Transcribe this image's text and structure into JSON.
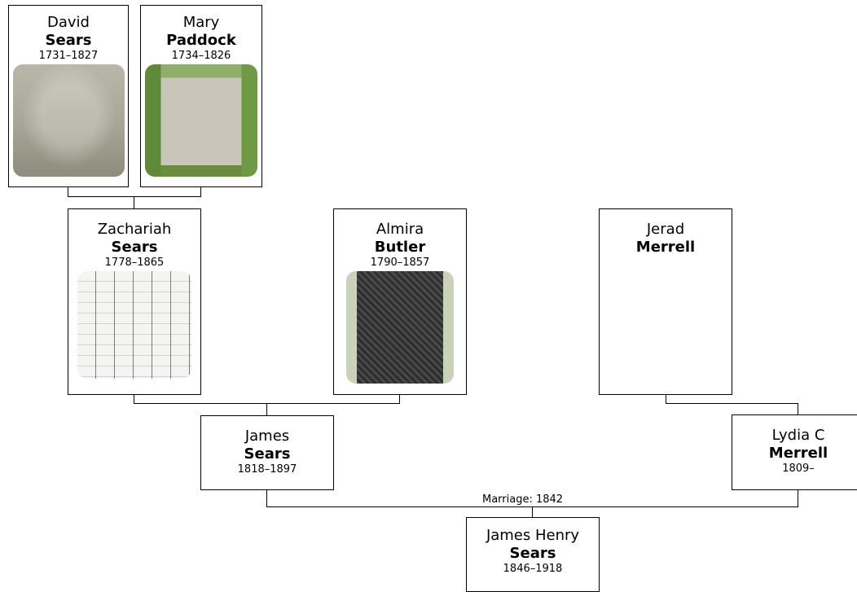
{
  "people": {
    "david": {
      "given": "David",
      "surname": "Sears",
      "dates": "1731–1827",
      "photo": "headstone-photo"
    },
    "mary": {
      "given": "Mary",
      "surname": "Paddock",
      "dates": "1734–1826",
      "photo": "headstone-photo"
    },
    "zachariah": {
      "given": "Zachariah",
      "surname": "Sears",
      "dates": "1778–1865",
      "photo": "census-record-photo"
    },
    "almira": {
      "given": "Almira",
      "surname": "Butler",
      "dates": "1790–1857",
      "photo": "headstone-photo"
    },
    "jerad": {
      "given": "Jerad",
      "surname": "Merrell"
    },
    "james": {
      "given": "James",
      "surname": "Sears",
      "dates": "1818–1897"
    },
    "lydia": {
      "given": "Lydia C",
      "surname": "Merrell",
      "dates": "1809–"
    },
    "james_henry": {
      "given": "James Henry",
      "surname": "Sears",
      "dates": "1846–1918"
    }
  },
  "marriage_label": "Marriage: 1842"
}
